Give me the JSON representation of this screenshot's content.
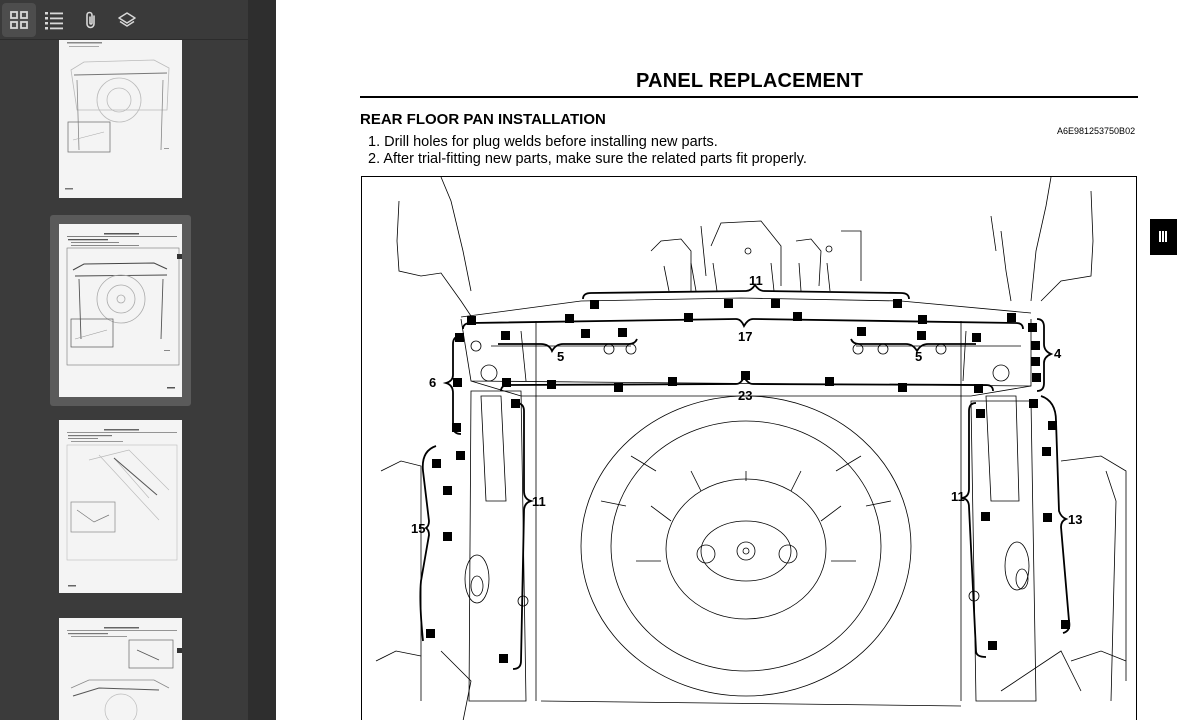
{
  "sidebar": {
    "toolbar": {
      "thumbnails_icon": "grid-icon",
      "outline_icon": "list-icon",
      "attachments_icon": "paperclip-icon",
      "layers_icon": "layers-icon"
    },
    "thumbnails": [
      {
        "selected": false
      },
      {
        "selected": true
      },
      {
        "selected": false
      },
      {
        "selected": false
      }
    ]
  },
  "document": {
    "page_title": "PANEL REPLACEMENT",
    "section_heading": "REAR FLOOR PAN INSTALLATION",
    "doc_code": "A6E981253750B02",
    "steps": [
      "1.  Drill holes for plug welds before installing new parts.",
      "2.  After trial-fitting new parts, make sure the related parts fit properly."
    ],
    "figure": {
      "callouts": [
        "11",
        "17",
        "5",
        "5",
        "4",
        "6",
        "23",
        "11",
        "11",
        "15",
        "13"
      ]
    }
  },
  "colors": {
    "sidebar_bg": "#3c3c3c",
    "selected_thumb_bg": "#5a5a5a",
    "page_bg": "#ffffff",
    "ink": "#000000"
  }
}
